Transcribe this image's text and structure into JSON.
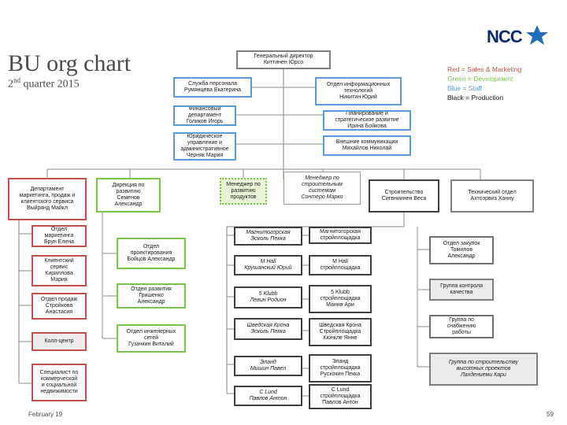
{
  "header": {
    "title": "BU org chart",
    "subtitle_prefix": "2",
    "subtitle_sup": "nd",
    "subtitle_rest": " quarter 2015"
  },
  "logo": {
    "text": "NCC"
  },
  "legend": [
    {
      "text": "Red = Sales & Marketing",
      "color": "#c0504d"
    },
    {
      "text": "Green = Development",
      "color": "#7dc24a"
    },
    {
      "text": "Blue = Staff",
      "color": "#5b9bd5"
    },
    {
      "text": "Black = Production",
      "color": "#1a1a1a"
    }
  ],
  "nodes": {
    "gd": [
      "Генеральный директор",
      "Киттинен Юрсо"
    ],
    "hr": [
      "Служба персонала",
      "Румянцева Екатерина"
    ],
    "it": [
      "Отдел информационных",
      "технологий",
      "Никитин Юрий"
    ],
    "fin": [
      "Финансовый",
      "департамент",
      "Голиков Игорь"
    ],
    "strat": [
      "Планирование и",
      "стратегическое развитие",
      "Ирина Бойкова"
    ],
    "legal": [
      "Юридическое",
      "управление и",
      "административное",
      "Черняк Мария"
    ],
    "comm": [
      "Внешние коммуникации",
      "Михайлов Николай"
    ],
    "mkt": [
      "Департамент",
      "маркетинга, продаж и",
      "клиентского сервиса",
      "Выйрянд Майкл"
    ],
    "dev": [
      "Дирекция по",
      "развитию",
      "Семенов",
      "Александр"
    ],
    "pm": [
      "Менеджер по",
      "развитию",
      "продуктов"
    ],
    "sys": [
      "Менеджер по",
      "строительным",
      "системам",
      "Сонтеро Марко"
    ],
    "constr": [
      "Строительство",
      "Сигвниинен Веса"
    ],
    "tech": [
      "Технический отдел",
      "Ахтоэрвиз Ханну"
    ],
    "mkt1": [
      "Отдел",
      "маркетинга",
      "Брун Елена"
    ],
    "mkt2": [
      "Клиентский",
      "сервис",
      "Кириллова",
      "Мария"
    ],
    "mkt3": [
      "Отдел продаж",
      "Стройкова",
      "Анастасия"
    ],
    "mkt4": [
      "Колл-центр"
    ],
    "mkt5": [
      "Специалист по",
      "коммерческой",
      "и социальной",
      "недвижимости"
    ],
    "dev1": [
      "Отдел",
      "проектирования",
      "Бойцов Александр"
    ],
    "dev2": [
      "Отдел развития",
      "Гришенко",
      "Александр"
    ],
    "dev3": [
      "Отдел инженерных",
      "сетей",
      "Гузачкин Виталий"
    ],
    "p1": [
      "Магнитогорская",
      "Эсколь Пекка"
    ],
    "s1": [
      "Магнитогорская",
      "стройплощадка"
    ],
    "p2": [
      "M Hall",
      "Крушанский Юрий"
    ],
    "s2": [
      "M Hall",
      "стройплощадка"
    ],
    "p3": [
      "5 Klubb",
      "Левин Родион"
    ],
    "s3": [
      "5 Klubb",
      "стройплощадка",
      "Мания Ари"
    ],
    "p4": [
      "Шведская Крона",
      "Эсколь Пекка"
    ],
    "s4": [
      "Шведская Крона",
      "Стройплощадка",
      "Кюнкле Янне"
    ],
    "p5": [
      "Эланд",
      "Мишин Павел"
    ],
    "s5": [
      "Эланд",
      "стройплощадка",
      "Рускокин Пекка"
    ],
    "p6": [
      "C Lund",
      "Павлов Антон"
    ],
    "s6": [
      "C Lund",
      "стройплощадка",
      "Павлов Антон"
    ],
    "t1": [
      "Отдел закупок",
      "Томилов",
      "Александр"
    ],
    "t2": [
      "Группа контроля",
      "качества"
    ],
    "t3": [
      "Группа по",
      "снабжению",
      "работы"
    ],
    "t4": [
      "Группа по строительству",
      "высотных проектов",
      "Лахдениеми Кари"
    ]
  },
  "footer": {
    "date": "February 19",
    "page": "59"
  }
}
